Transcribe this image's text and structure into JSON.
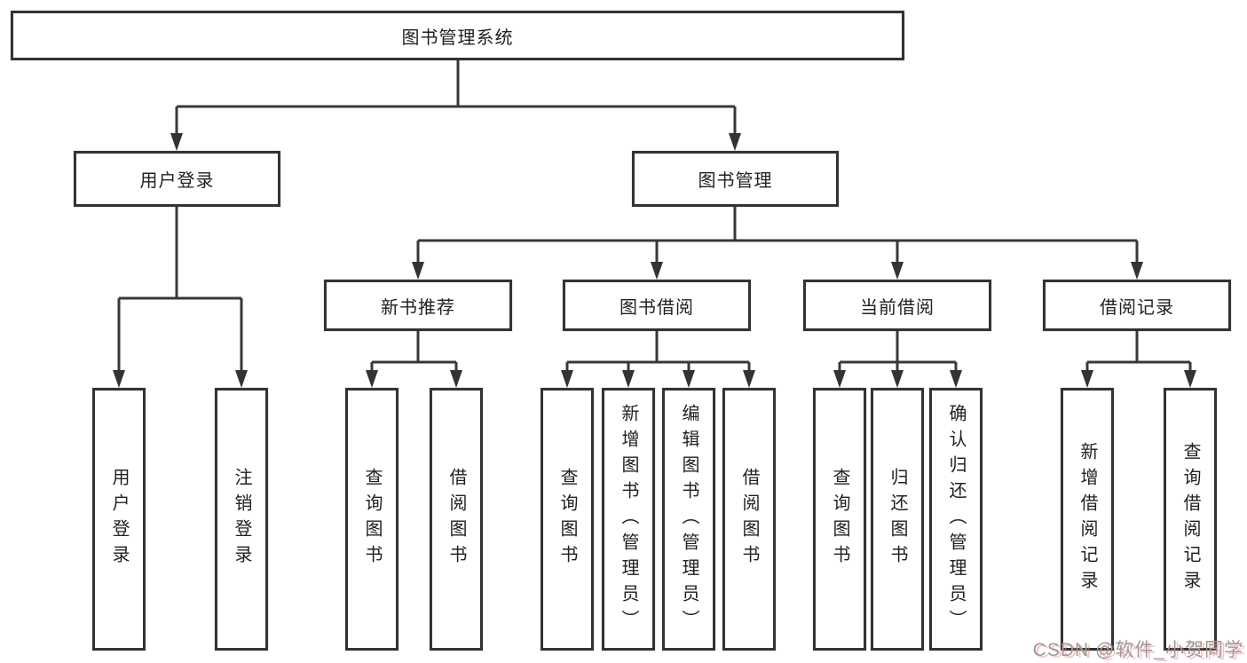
{
  "diagram": {
    "title": "图书管理系统",
    "nodes": {
      "root": "图书管理系统",
      "l2_user_login": "用户登录",
      "l2_book_mgmt": "图书管理",
      "l3_new_book": "新书推荐",
      "l3_book_borrow": "图书借阅",
      "l3_current_borrow": "当前借阅",
      "l3_borrow_record": "借阅记录",
      "leaf_user_login": "用户登录",
      "leaf_logout": "注销登录",
      "leaf_newbook_query": "查询图书",
      "leaf_newbook_borrow": "借阅图书",
      "leaf_borrow_query": "查询图书",
      "leaf_borrow_add": "新增图书（管理员）",
      "leaf_borrow_edit": "编辑图书（管理员）",
      "leaf_borrow_borrow": "借阅图书",
      "leaf_current_query": "查询图书",
      "leaf_current_return": "归还图书",
      "leaf_current_confirm": "确认归还（管理员）",
      "leaf_record_add": "新增借阅记录",
      "leaf_record_query": "查询借阅记录"
    },
    "watermark": "CSDN @软件_小贺同学",
    "colors": {
      "line": "#383838",
      "border": "#333333",
      "text": "#212121",
      "watermark_gray": "#9b9b9b",
      "watermark_red": "#f47868"
    }
  }
}
